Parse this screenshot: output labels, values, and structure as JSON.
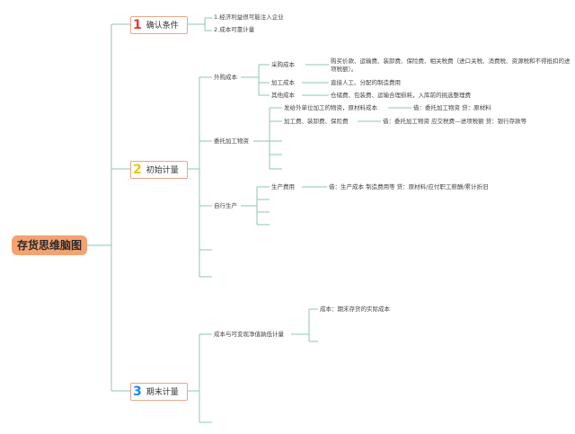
{
  "root": "存货思维脑图",
  "branch1": {
    "num": "1",
    "num_color": "#e53935",
    "label": "确认条件",
    "items": [
      "1.经济利益很可能注入企业",
      "2.成本可靠计量"
    ]
  },
  "branch2": {
    "num": "2",
    "num_color": "#f4c20d",
    "label": "初始计量",
    "waigou": {
      "label": "外购成本",
      "caigou": "采购成本",
      "caigou_text": "购买价款、运输费、装卸费、保险费、相关税费（进口关税、消费税、资源税和不得抵扣的进项税额）。",
      "jiagong": "加工成本",
      "jiagong_text": "直接人工、分配的制造费用",
      "qita": "其他成本",
      "qita_text": "仓储费、包装费、运输合理损耗，入库前的挑选整理费"
    },
    "weituo": {
      "label": "委托加工物资",
      "r1": "发给外单位加工的物资，原材料成本",
      "r1_entry": "借：委托加工物资 贷：原材料",
      "r2": "加工费、装卸费、保险费",
      "r2_entry": "借：委托加工物资 应交税费—进项税额 贷：银行存款等"
    },
    "zixing": {
      "label": "自行生产",
      "r1": "生产费用",
      "r1_entry": "借：生产成本 制造费用等 贷：原材料/应付职工薪酬/累计折旧"
    }
  },
  "branch3": {
    "num": "3",
    "num_color": "#1e88e5",
    "label": "期末计量",
    "rule": "成本与可变现净值孰低计量",
    "sub": "成本：期末存货的实际成本"
  }
}
